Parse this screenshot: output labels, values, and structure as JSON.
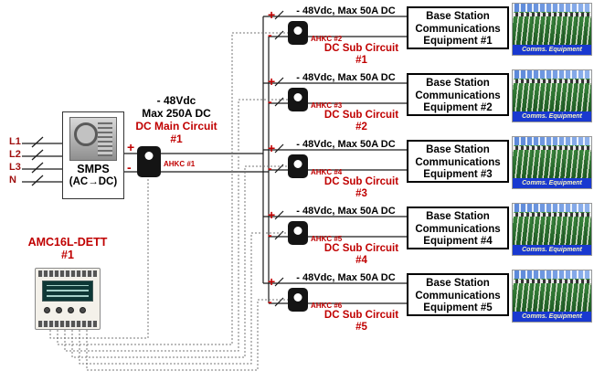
{
  "symbols": {
    "plus": "+",
    "minus": "-"
  },
  "inputs": {
    "l1": "L1",
    "l2": "L2",
    "l3": "L3",
    "n": "N"
  },
  "smps": {
    "name": "SMPS",
    "mode": "(AC→DC)"
  },
  "main_circuit": {
    "voltage": "- 48Vdc",
    "current": "Max 250A DC",
    "name": "DC Main Circuit",
    "number": "#1",
    "ct": "AHKC #1"
  },
  "meter": {
    "name": "AMC16L-DETT",
    "number": "#1"
  },
  "branches": [
    {
      "rating": "- 48Vdc, Max 50A DC",
      "ct": "AHKC #2",
      "sub_name": "DC Sub Circuit",
      "sub_number": "#1",
      "eq_line1": "Base Station",
      "eq_line2": "Communications",
      "eq_line3": "Equipment #1",
      "photo_caption": "Comms. Equipment"
    },
    {
      "rating": "- 48Vdc, Max 50A DC",
      "ct": "AHKC #3",
      "sub_name": "DC Sub Circuit",
      "sub_number": "#2",
      "eq_line1": "Base Station",
      "eq_line2": "Communications",
      "eq_line3": "Equipment #2",
      "photo_caption": "Comms. Equipment"
    },
    {
      "rating": "- 48Vdc, Max 50A DC",
      "ct": "AHKC #4",
      "sub_name": "DC Sub Circuit",
      "sub_number": "#3",
      "eq_line1": "Base Station",
      "eq_line2": "Communications",
      "eq_line3": "Equipment #3",
      "photo_caption": "Comms. Equipment"
    },
    {
      "rating": "- 48Vdc, Max 50A DC",
      "ct": "AHKC #5",
      "sub_name": "DC Sub Circuit",
      "sub_number": "#4",
      "eq_line1": "Base Station",
      "eq_line2": "Communications",
      "eq_line3": "Equipment #4",
      "photo_caption": "Comms. Equipment"
    },
    {
      "rating": "- 48Vdc, Max 50A DC",
      "ct": "AHKC #6",
      "sub_name": "DC Sub Circuit",
      "sub_number": "#5",
      "eq_line1": "Base Station",
      "eq_line2": "Communications",
      "eq_line3": "Equipment #5",
      "photo_caption": "Comms. Equipment"
    }
  ]
}
